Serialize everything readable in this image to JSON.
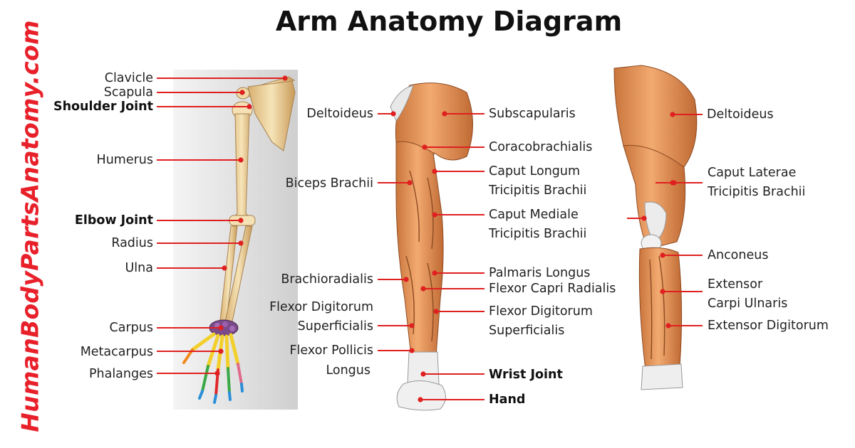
{
  "title": "Arm Anatomy Diagram",
  "brand": "HumanBodyPartsAnatomy.com",
  "watermark": "HumanBodyPartsAnatomy.com",
  "colors": {
    "leader": "#e02020",
    "dot": "#e02020",
    "brand": "#e8202a",
    "panel": "#dcdcdc"
  },
  "skeleton_labels": [
    {
      "text": "Clavicle",
      "bold": false
    },
    {
      "text": "Scapula",
      "bold": false
    },
    {
      "text": "Shoulder Joint",
      "bold": true
    },
    {
      "text": "Humerus",
      "bold": false
    },
    {
      "text": "Elbow Joint",
      "bold": true
    },
    {
      "text": "Radius",
      "bold": false
    },
    {
      "text": "Ulna",
      "bold": false
    },
    {
      "text": "Carpus",
      "bold": false
    },
    {
      "text": "Metacarpus",
      "bold": false
    },
    {
      "text": "Phalanges",
      "bold": false
    }
  ],
  "front_left_labels": [
    {
      "text": "Deltoideus"
    },
    {
      "text": "Biceps Brachii"
    },
    {
      "text": "Brachioradialis"
    },
    {
      "text": "Flexor Digitorum"
    },
    {
      "text": "Superficialis"
    },
    {
      "text": "Flexor Pollicis"
    },
    {
      "text": "Longus"
    }
  ],
  "front_right_labels": [
    {
      "text": "Subscapularis",
      "bold": false
    },
    {
      "text": "Coracobrachialis",
      "bold": false
    },
    {
      "text": "Caput Longum",
      "bold": false
    },
    {
      "text": "Tricipitis Brachii",
      "bold": false
    },
    {
      "text": "Caput Mediale",
      "bold": false
    },
    {
      "text": "Tricipitis Brachii",
      "bold": false
    },
    {
      "text": "Palmaris Longus",
      "bold": false
    },
    {
      "text": "Flexor Capri Radialis",
      "bold": false
    },
    {
      "text": "Flexor Digitorum",
      "bold": false
    },
    {
      "text": "Superficialis",
      "bold": false
    },
    {
      "text": "Wrist Joint",
      "bold": true
    },
    {
      "text": "Hand",
      "bold": true
    }
  ],
  "back_labels": [
    {
      "text": "Deltoideus"
    },
    {
      "text": "Caput Laterae"
    },
    {
      "text": "Tricipitis Brachii"
    },
    {
      "text": "Anconeus"
    },
    {
      "text": "Extensor"
    },
    {
      "text": "Carpi Ulnaris"
    },
    {
      "text": "Extensor Digitorum"
    }
  ]
}
